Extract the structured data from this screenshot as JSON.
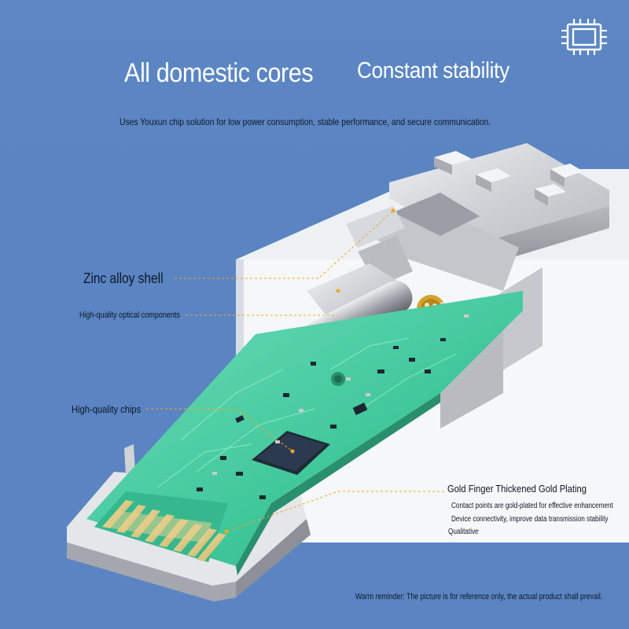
{
  "header": {
    "title_left": "All domestic cores",
    "title_right": "Constant stability",
    "subtitle": "Uses Youxun chip solution for low power consumption, stable performance, and secure communication."
  },
  "callouts": {
    "zinc_shell": "Zinc alloy shell",
    "optical": "High-quality optical components",
    "chips": "High-quality chips",
    "gold_finger_title": "Gold Finger Thickened Gold Plating",
    "gold_line1": "Contact points are gold-plated for effective enhancement",
    "gold_line2": "Device connectivity, improve data transmission stability",
    "gold_line3": "Qualitative"
  },
  "footer": {
    "warm_reminder": "Warm reminder: The picture is for reference only, the actual product shall prevail."
  },
  "icons": {
    "top_right": "chip-icon"
  },
  "colors": {
    "background": "#5b85c2",
    "pcb": "#3fc79a",
    "metal": "#d9dbde",
    "gold": "#d8c27a",
    "callout_dots": "#f5a623"
  }
}
